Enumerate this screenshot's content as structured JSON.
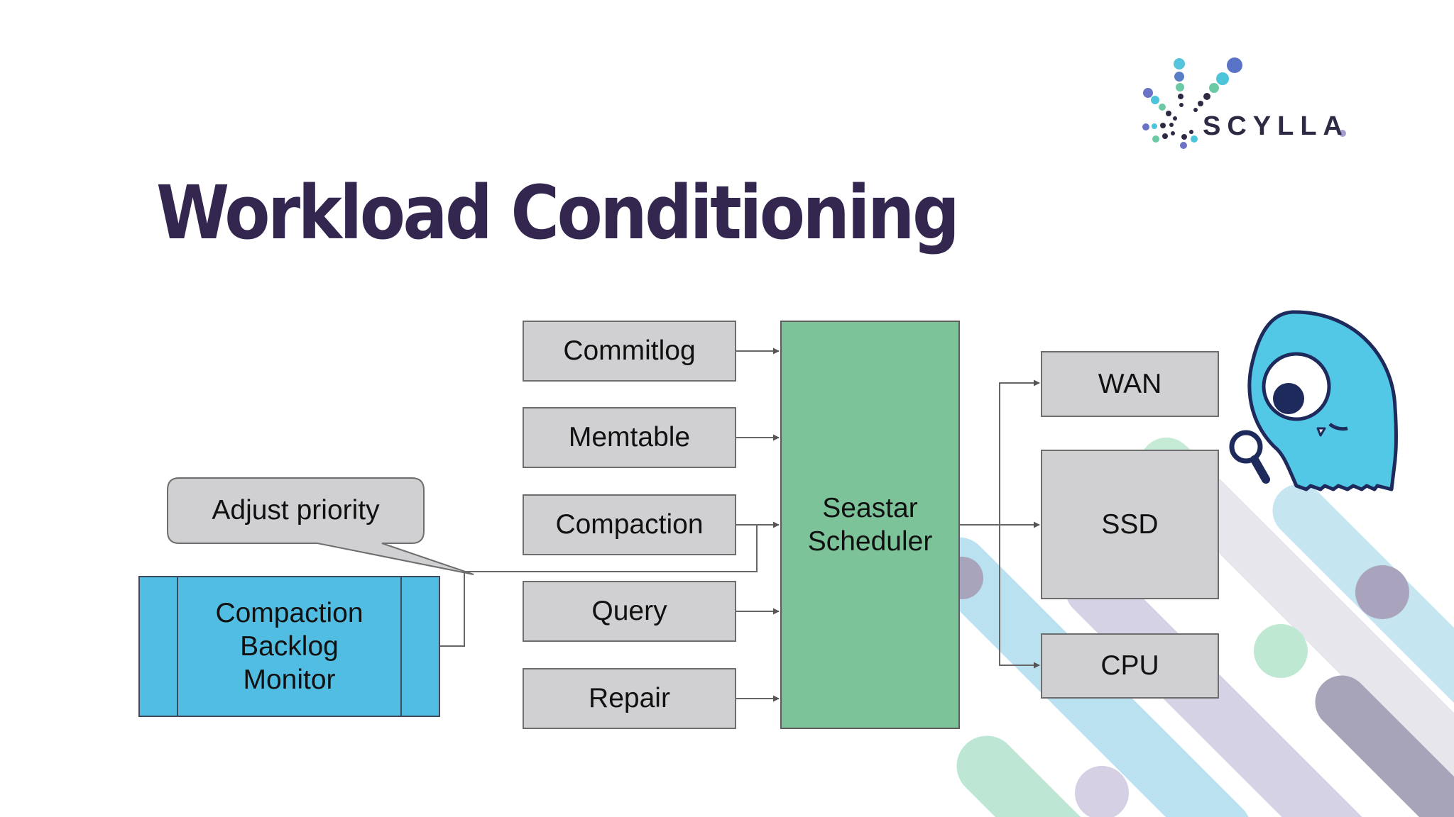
{
  "title": "Workload Conditioning",
  "logo": {
    "wordmark": "SCYLLA",
    "icon": "scylla-dots-logo"
  },
  "boxes": {
    "commitlog": "Commitlog",
    "memtable": "Memtable",
    "compaction": "Compaction",
    "query": "Query",
    "repair": "Repair",
    "scheduler": "Seastar\nScheduler",
    "wan": "WAN",
    "ssd": "SSD",
    "cpu": "CPU",
    "monitor": "Compaction\nBacklog\nMonitor",
    "callout": "Adjust priority"
  },
  "colors": {
    "title": "#33274f",
    "gray_box": "#d0cfd2",
    "scheduler": "#7dc39a",
    "monitor": "#51bde2",
    "mascot": "#52c8e6"
  },
  "mascot": {
    "icon": "octopus-magnifier-mascot"
  }
}
